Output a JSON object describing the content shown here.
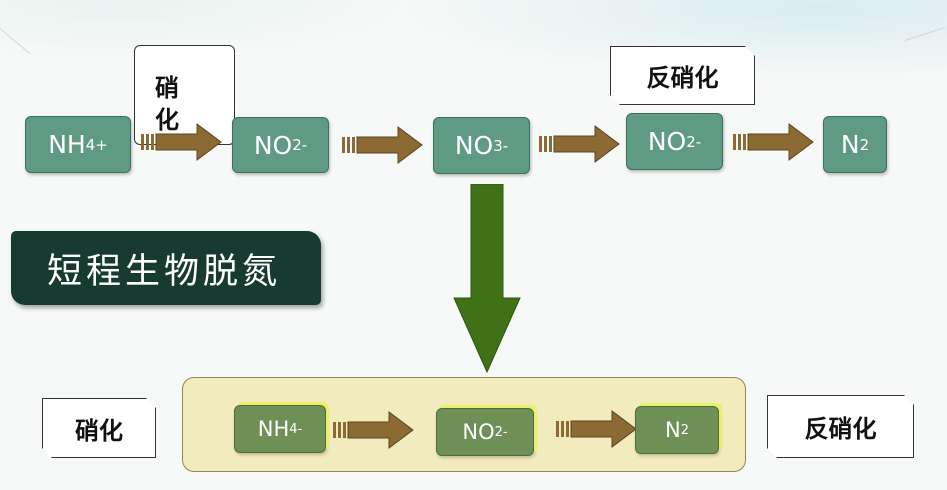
{
  "top_row": {
    "nodes": [
      {
        "base": "NH",
        "sub": "4",
        "sup": "+"
      },
      {
        "base": "NO",
        "sub": "2",
        "sup": "-"
      },
      {
        "base": "NO",
        "sub": "3",
        "sup": "-"
      },
      {
        "base": "NO",
        "sub": "2",
        "sup": "-"
      },
      {
        "base": "N",
        "sub": "2",
        "sup": ""
      }
    ],
    "nitrification_label": "硝化",
    "denitrification_label": "反硝化"
  },
  "title": "短程生物脱氮",
  "bottom_row": {
    "nodes": [
      {
        "base": "NH",
        "sub": "4",
        "sup": "-"
      },
      {
        "base": "NO",
        "sub": "2",
        "sup": "-"
      },
      {
        "base": "N",
        "sub": "",
        "sup": "2"
      }
    ],
    "left_label": "硝化",
    "right_label": "反硝化"
  },
  "colors": {
    "node_fill": "#5f9a84",
    "arrow_fill": "#8b6a33",
    "big_arrow_fill": "#3f7216",
    "title_fill": "#173b31",
    "panel_fill": "#f2ebbd",
    "highlight": "#e9f06a"
  }
}
